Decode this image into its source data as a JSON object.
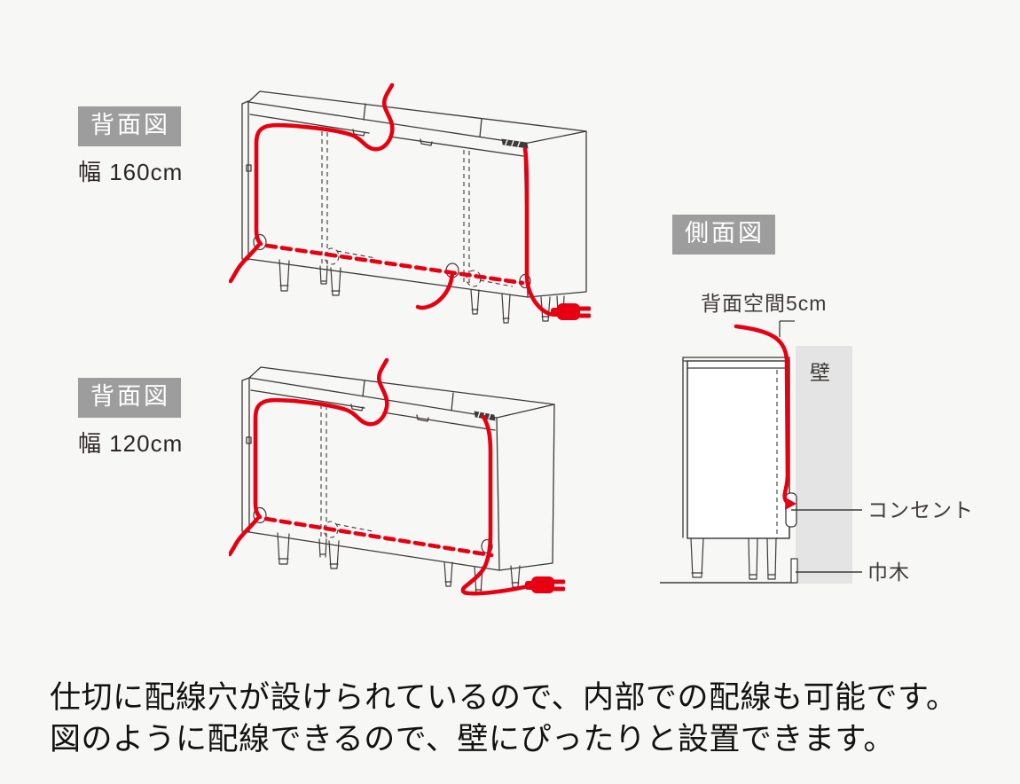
{
  "colors": {
    "background": "#f7f7f6",
    "accent_red": "#e60012",
    "line_art": "#3e3a39",
    "label_badge_bg": "#9d9d9e",
    "label_badge_text": "#ffffff",
    "wall_fill": "#e4e4e4",
    "caption_text": "#121212"
  },
  "labels": {
    "rear_160": {
      "tag": "背面図",
      "width": "幅 160cm"
    },
    "rear_120": {
      "tag": "背面図",
      "width": "幅 120cm"
    },
    "side": {
      "tag": "側面図",
      "gap": "背面空間5cm",
      "wall": "壁",
      "outlet": "コンセント",
      "baseboard": "巾木"
    }
  },
  "caption": {
    "line1": "仕切に配線穴が設けられているので、内部での配線も可能です。",
    "line2": "図のように配線できるので、壁にぴったりと設置できます。"
  }
}
